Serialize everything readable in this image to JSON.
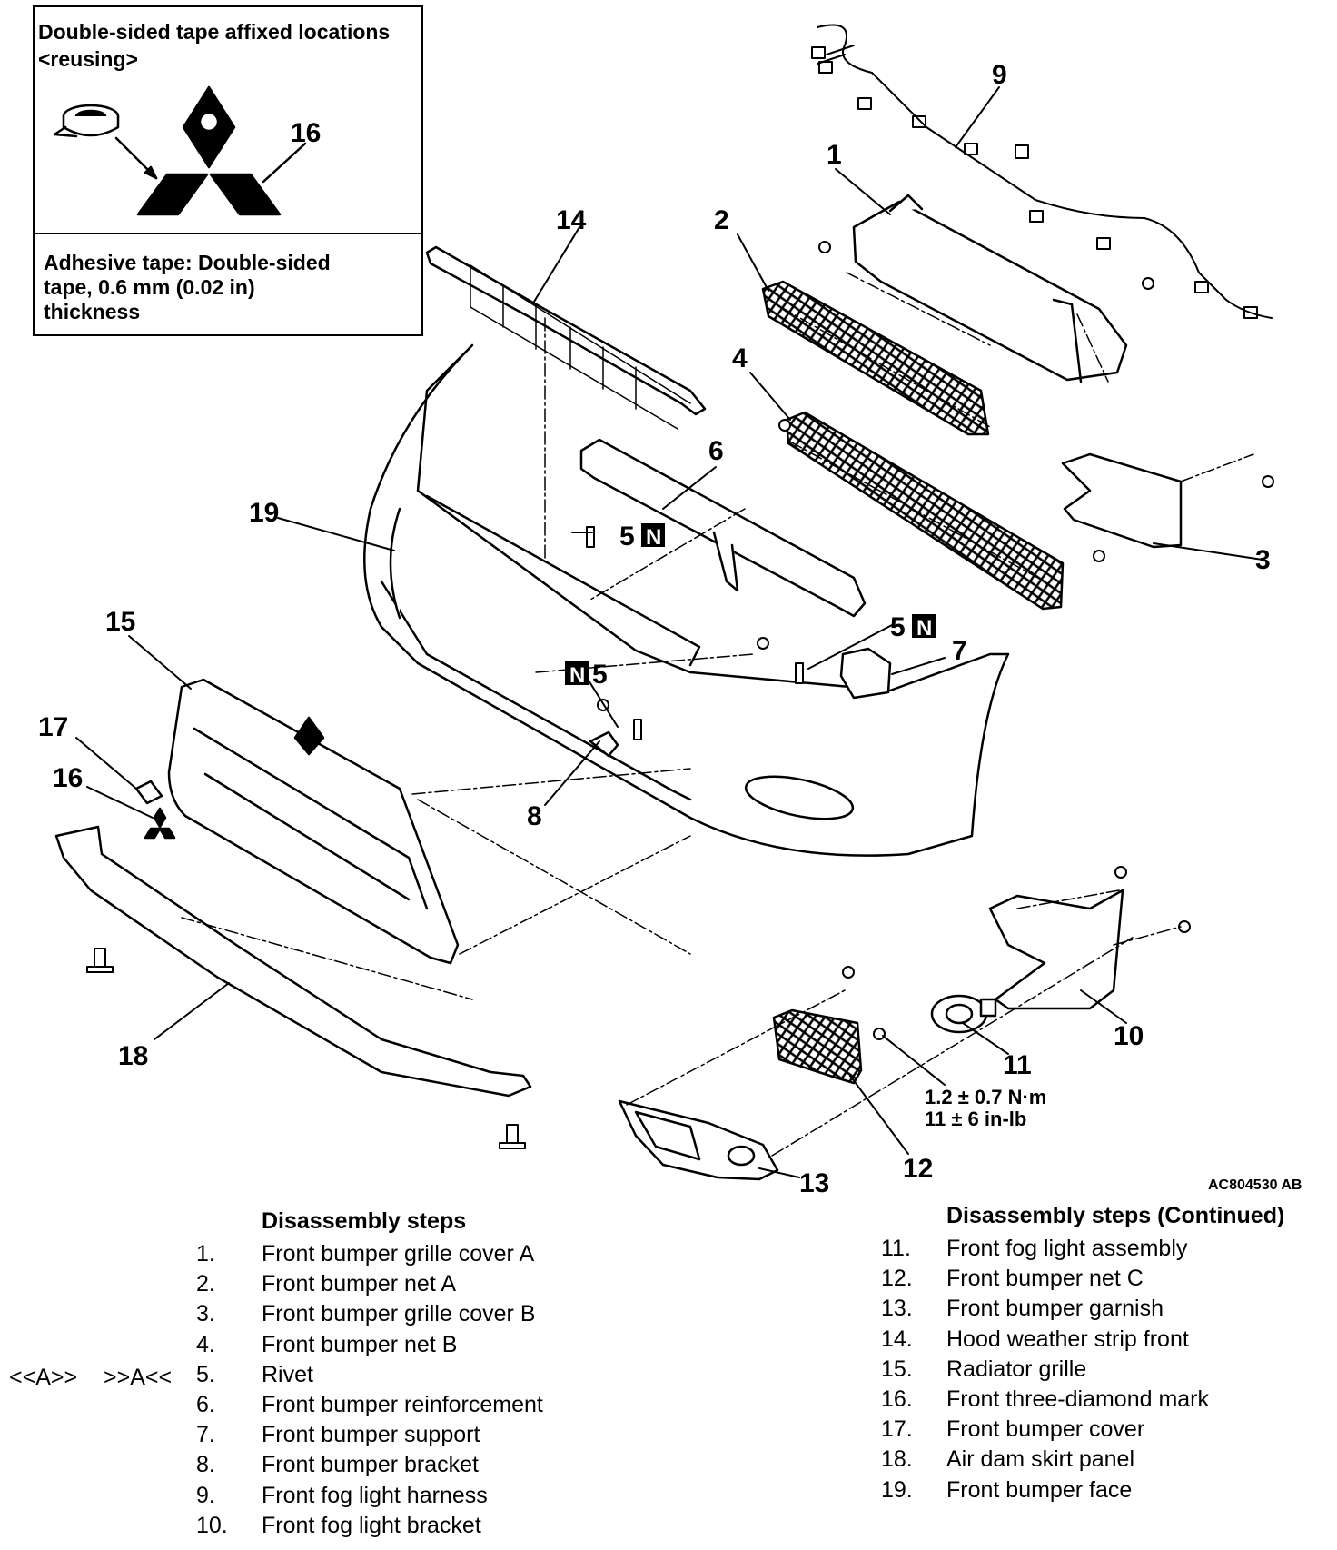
{
  "inset": {
    "title_line1": "Double-sided tape affixed locations",
    "title_line2": "<reusing>",
    "callout": "16",
    "note_line1": "Adhesive tape: Double-sided",
    "note_line2": "tape, 0.6 mm (0.02 in)",
    "note_line3": "thickness"
  },
  "callouts": {
    "c1": "1",
    "c2": "2",
    "c3": "3",
    "c4": "4",
    "c6": "6",
    "c7": "7",
    "c8": "8",
    "c9": "9",
    "c10": "10",
    "c11": "11",
    "c12": "12",
    "c13": "13",
    "c14": "14",
    "c15": "15",
    "c16": "16",
    "c17": "17",
    "c18": "18",
    "c19": "19",
    "c5a": "5",
    "c5b": "5",
    "c5c": "5",
    "new_badge": "N"
  },
  "torque": {
    "line1": "1.2 ± 0.7 N·m",
    "line2": "11 ± 6 in-lb"
  },
  "figure_code": "AC804530 AB",
  "steps_left": {
    "heading": "Disassembly steps",
    "ref_marks": "<<A>> >>A<<",
    "items": [
      {
        "num": "1.",
        "name": "Front bumper grille cover A"
      },
      {
        "num": "2.",
        "name": "Front bumper net A"
      },
      {
        "num": "3.",
        "name": "Front bumper grille cover B"
      },
      {
        "num": "4.",
        "name": "Front bumper net B"
      },
      {
        "num": "5.",
        "name": "Rivet"
      },
      {
        "num": "6.",
        "name": "Front bumper reinforcement"
      },
      {
        "num": "7.",
        "name": "Front bumper support"
      },
      {
        "num": "8.",
        "name": "Front bumper bracket"
      },
      {
        "num": "9.",
        "name": "Front fog light harness"
      },
      {
        "num": "10.",
        "name": "Front fog light bracket"
      }
    ]
  },
  "steps_right": {
    "heading": "Disassembly steps (Continued)",
    "items": [
      {
        "num": "11.",
        "name": "Front fog light assembly"
      },
      {
        "num": "12.",
        "name": "Front bumper net C"
      },
      {
        "num": "13.",
        "name": "Front bumper garnish"
      },
      {
        "num": "14.",
        "name": "Hood weather strip front"
      },
      {
        "num": "15.",
        "name": "Radiator grille"
      },
      {
        "num": "16.",
        "name": "Front three-diamond mark"
      },
      {
        "num": "17.",
        "name": "Front bumper cover"
      },
      {
        "num": "18.",
        "name": "Air dam skirt panel"
      },
      {
        "num": "19.",
        "name": "Front bumper face"
      }
    ]
  }
}
